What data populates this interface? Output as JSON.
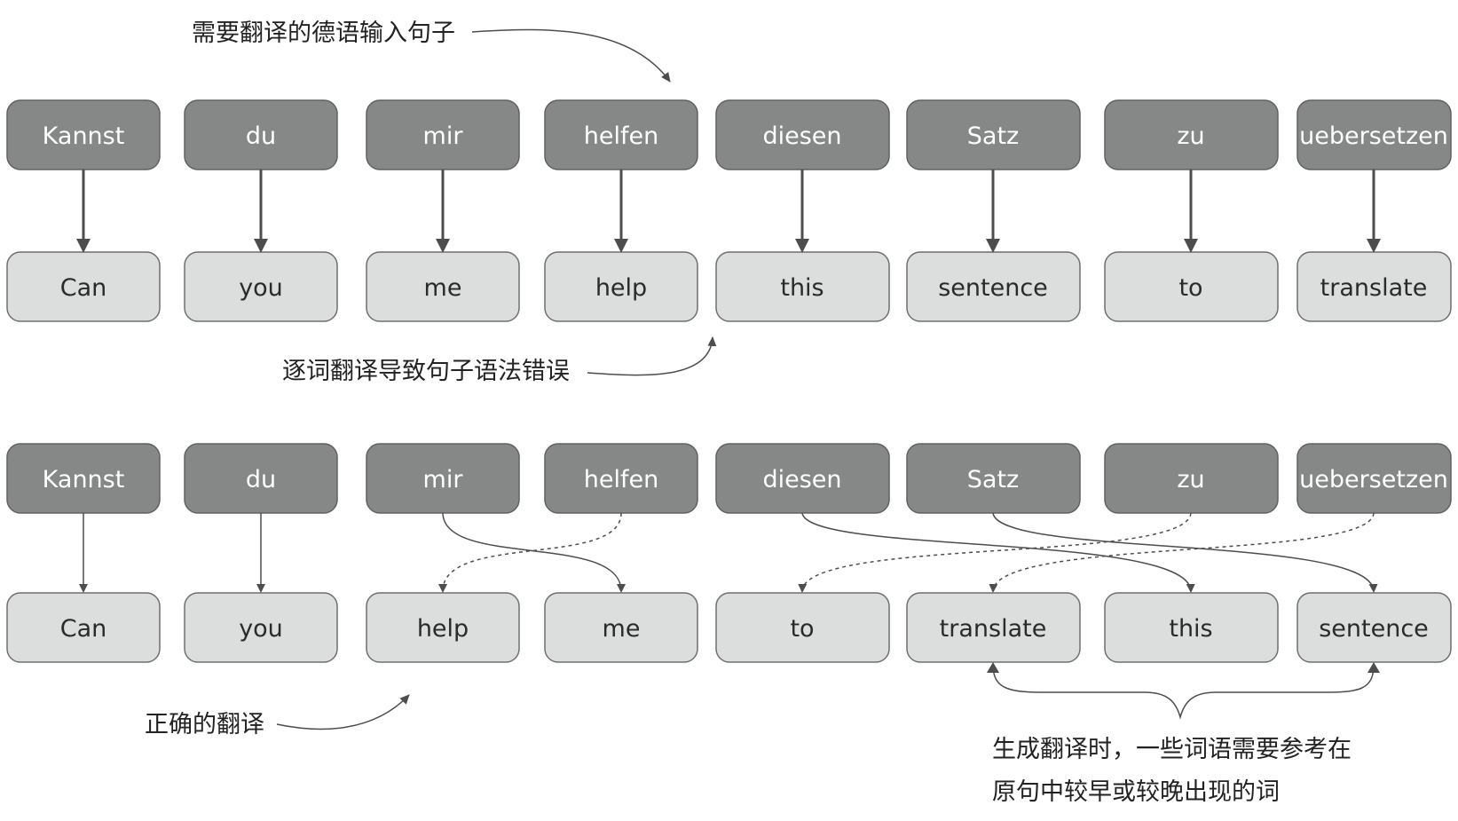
{
  "colors": {
    "source_fill": "#858887",
    "source_stroke": "#5f6261",
    "source_text": "#ffffff",
    "target_fill": "#dcdddd",
    "target_stroke": "#6d706f",
    "target_text": "#2a2a2a",
    "arrow": "#4d4d4d"
  },
  "section1": {
    "source_words": [
      "Kannst",
      "du",
      "mir",
      "helfen",
      "diesen",
      "Satz",
      "zu",
      "uebersetzen"
    ],
    "target_words": [
      "Can",
      "you",
      "me",
      "help",
      "this",
      "sentence",
      "to",
      "translate"
    ]
  },
  "section2": {
    "source_words": [
      "Kannst",
      "du",
      "mir",
      "helfen",
      "diesen",
      "Satz",
      "zu",
      "uebersetzen"
    ],
    "target_words": [
      "Can",
      "you",
      "help",
      "me",
      "to",
      "translate",
      "this",
      "sentence"
    ]
  },
  "annotations": {
    "input_sentence": "需要翻译的德语输入句子",
    "word_by_word_error": "逐词翻译导致句子语法错误",
    "correct_translation": "正确的翻译",
    "reorder_note_line1": "生成翻译时，一些词语需要参考在",
    "reorder_note_line2": "原句中较早或较晚出现的词"
  }
}
